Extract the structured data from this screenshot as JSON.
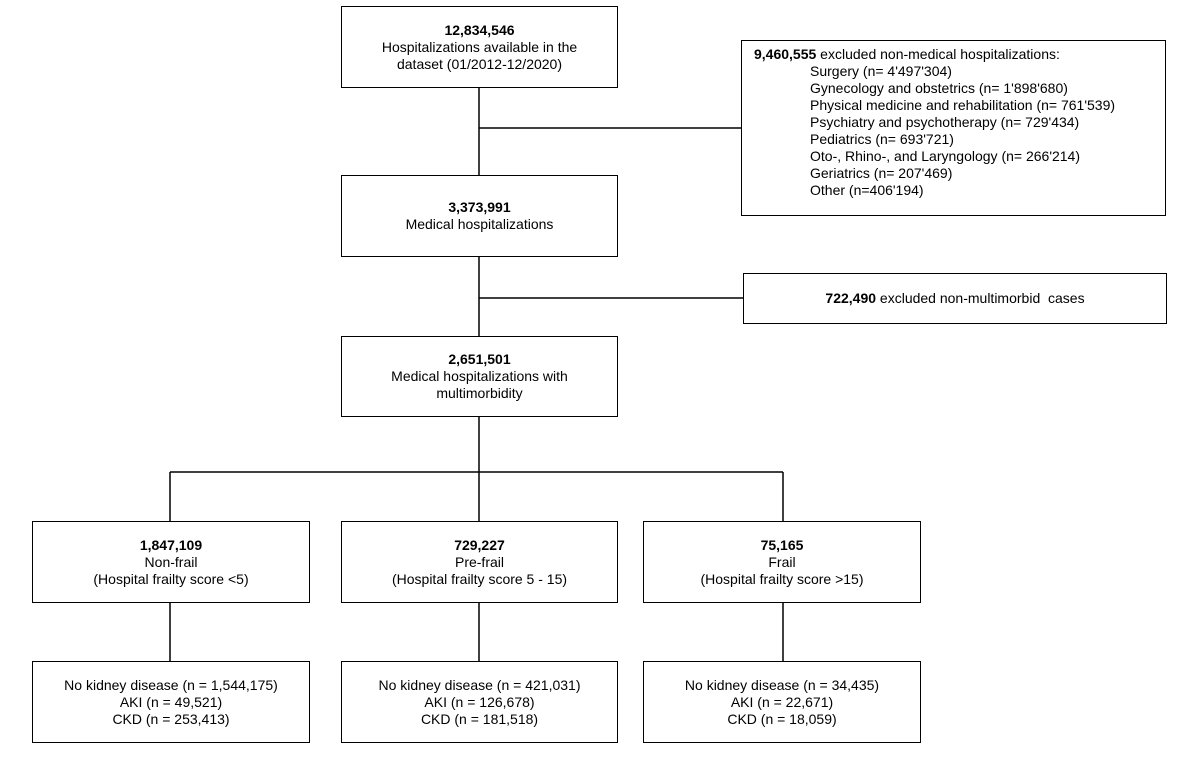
{
  "nodes": {
    "total": {
      "count": "12,834,546",
      "text": [
        "Hospitalizations available  in the",
        "dataset (01/2012-12/2020)"
      ]
    },
    "excluded_non_medical": {
      "count": "9,460,555",
      "label": " excluded non-medical hospitalizations:",
      "items": [
        "Surgery (n= 4'497'304)",
        "Gynecology and obstetrics (n= 1'898'680)",
        "Physical medicine and rehabilitation (n= 761'539)",
        "Psychiatry and psychotherapy (n= 729'434)",
        "Pediatrics (n= 693'721)",
        "Oto-, Rhino-, and Laryngology (n= 266'214)",
        "Geriatrics (n= 207'469)",
        "Other (n=406'194)"
      ]
    },
    "medical": {
      "count": "3,373,991",
      "text": [
        "Medical hospitalizations"
      ]
    },
    "excluded_non_multimorbid": {
      "count": "722,490",
      "label": " excluded non-multimorbid  cases"
    },
    "multimorbid": {
      "count": "2,651,501",
      "text": [
        "Medical hospitalizations with",
        "multimorbidity"
      ]
    },
    "nonfrail": {
      "count": "1,847,109",
      "text": [
        "Non-frail",
        "(Hospital frailty score <5)"
      ]
    },
    "prefrail": {
      "count": "729,227",
      "text": [
        "Pre-frail",
        "(Hospital frailty score 5 - 15)"
      ]
    },
    "frail": {
      "count": "75,165",
      "text": [
        "Frail",
        "(Hospital frailty score >15)"
      ]
    },
    "nonfrail_kidney": [
      "No kidney disease (n = 1,544,175)",
      "AKI (n = 49,521)",
      "CKD (n = 253,413)"
    ],
    "prefrail_kidney": [
      "No kidney disease (n = 421,031)",
      "AKI (n = 126,678)",
      "CKD (n = 181,518)"
    ],
    "frail_kidney": [
      "No kidney disease (n = 34,435)",
      "AKI (n = 22,671)",
      "CKD (n = 18,059)"
    ]
  },
  "colors": {
    "border": "#000000",
    "background": "#ffffff",
    "text": "#000000"
  }
}
